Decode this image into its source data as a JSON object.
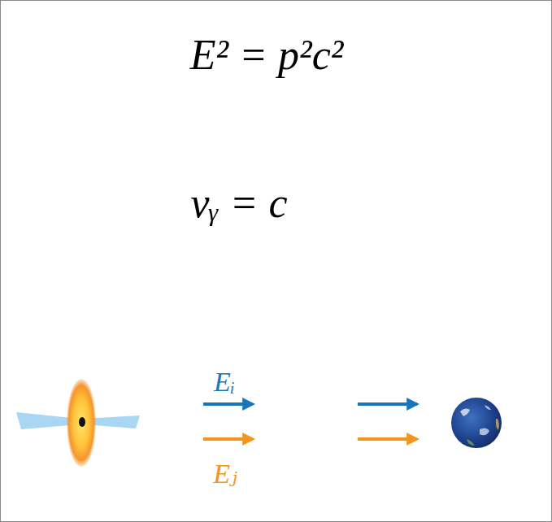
{
  "diagram": {
    "labels": [
      "E² = p²c²",
      "vᵧ = c",
      "Eᵢ",
      "Eⱼ"
    ]
  }
}
